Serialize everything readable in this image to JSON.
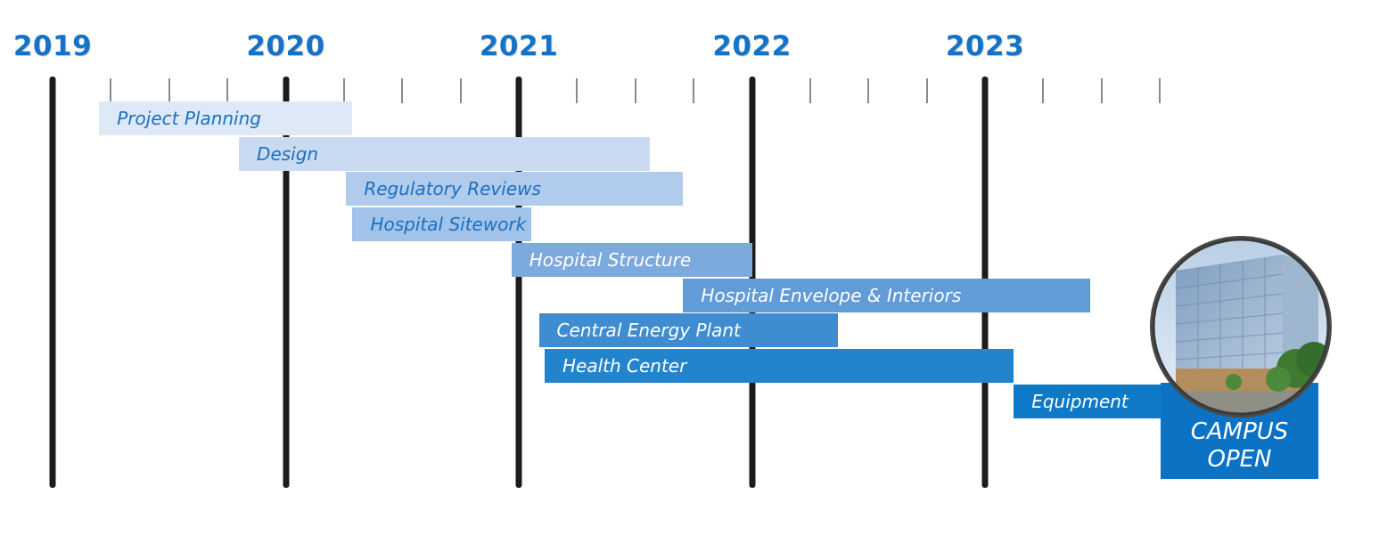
{
  "colors": {
    "year_text": "#1473c8",
    "year_line": "#1c1c1c",
    "tick": "#8a8a8a",
    "dark_label": "#1b70c0",
    "light_label": "#ffffff",
    "campus_box": "#0b72c4"
  },
  "campus": {
    "line1": "CAMPUS",
    "line2": "OPEN",
    "photo_icon": "hospital-building-photo-icon"
  },
  "chart_data": {
    "type": "gantt-timeline",
    "title": "",
    "x_axis": {
      "type": "date",
      "range": [
        "2019-01-01",
        "2024-01-01"
      ],
      "unit": "year"
    },
    "years": [
      "2019",
      "2020",
      "2021",
      "2022",
      "2023"
    ],
    "minor_ticks_per_year": 3,
    "tasks": [
      {
        "label": "Project Planning",
        "start": "2019-03-15",
        "end": "2020-04-15",
        "color": "#dde9f7",
        "label_color": "#1b70c0"
      },
      {
        "label": "Design",
        "start": "2019-10-20",
        "end": "2021-07-25",
        "color": "#c9daf1",
        "label_color": "#1b70c0"
      },
      {
        "label": "Regulatory Reviews",
        "start": "2020-04-05",
        "end": "2021-09-15",
        "color": "#b0cbec",
        "label_color": "#1b70c0"
      },
      {
        "label": "Hospital Sitework",
        "start": "2020-04-15",
        "end": "2021-01-20",
        "color": "#a1c2e9",
        "label_color": "#1b70c0"
      },
      {
        "label": "Hospital Structure",
        "start": "2020-12-20",
        "end": "2022-01-01",
        "color": "#7ca9de",
        "label_color": "#ffffff"
      },
      {
        "label": "Hospital Envelope & Interiors",
        "start": "2021-09-15",
        "end": "2023-06-15",
        "color": "#619bd8",
        "label_color": "#ffffff"
      },
      {
        "label": "Central Energy Plant",
        "start": "2021-02-01",
        "end": "2022-05-15",
        "color": "#3f8dd0",
        "label_color": "#ffffff"
      },
      {
        "label": "Health Center",
        "start": "2021-02-10",
        "end": "2023-02-15",
        "color": "#2284cc",
        "label_color": "#ffffff"
      },
      {
        "label": "Equipment",
        "start": "2023-02-15",
        "end": "2023-10-15",
        "color": "#0e79c6",
        "label_color": "#ffffff"
      }
    ]
  }
}
